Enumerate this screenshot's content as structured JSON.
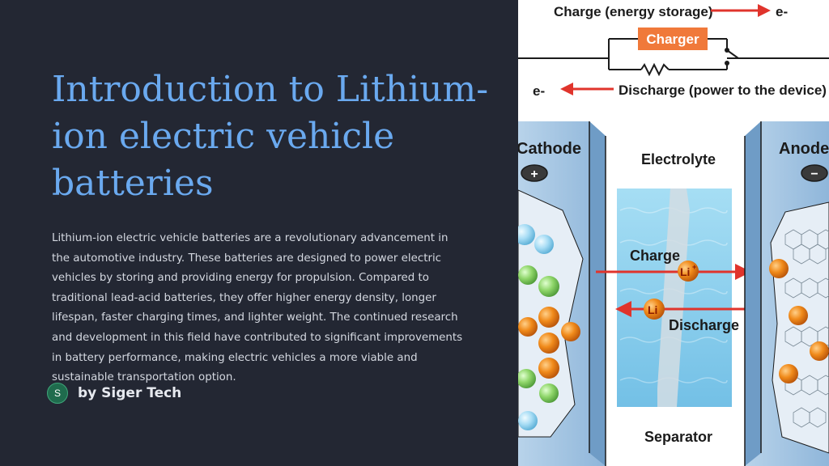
{
  "slide": {
    "title": "Introduction to Lithium-ion electric vehicle batteries",
    "body": "Lithium-ion electric vehicle batteries are a revolutionary advancement in the automotive industry. These batteries are designed to power electric vehicles by storing and providing energy for propulsion. Compared to traditional lead-acid batteries, they offer higher energy density, longer lifespan, faster charging times, and lighter weight. The continued research and development in this field have contributed to significant improvements in battery performance, making electric vehicles a more viable and sustainable transportation option.",
    "author_initial": "S",
    "author": "by Siger Tech"
  },
  "diagram": {
    "charge_label": "Charge (energy storage)",
    "electron_right": "e-",
    "charger_label": "Charger",
    "electron_left": "e-",
    "discharge_label": "Discharge (power to the device)",
    "cathode_label": "Cathode",
    "cathode_sign": "+",
    "electrolyte_label": "Electrolyte",
    "anode_label": "Anode",
    "anode_sign": "−",
    "ion_charge_label": "Charge",
    "ion_discharge_label": "Discharge",
    "ion_charge_symbol": "Li",
    "ion_charge_superscript": "+",
    "ion_discharge_symbol": "Li",
    "separator_label": "Separator",
    "colors": {
      "arrow_red": "#e0342c",
      "charger_orange": "#f0793a",
      "electrode_blue": "#9fc2e0",
      "electrolyte_blue": "#8fd0ee",
      "ion_orange": "#f08a1a"
    }
  }
}
